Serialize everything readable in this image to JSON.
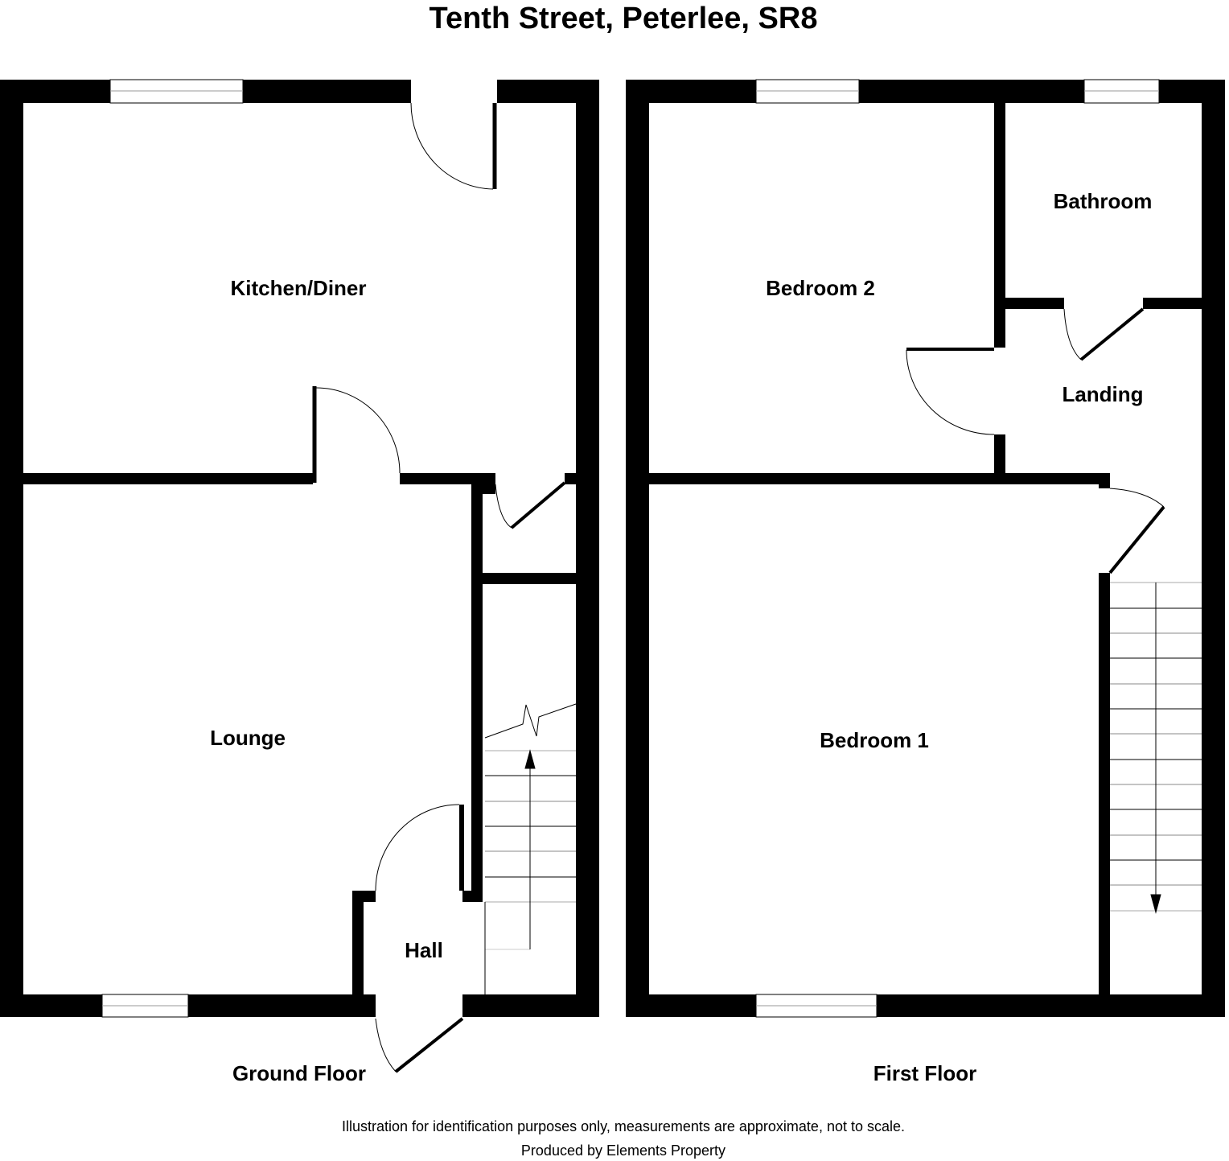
{
  "title": "Tenth Street, Peterlee, SR8",
  "ground_floor": {
    "label": "Ground Floor",
    "rooms": [
      "Kitchen/Diner",
      "Lounge",
      "Hall"
    ]
  },
  "first_floor": {
    "label": "First Floor",
    "rooms": [
      "Bedroom 2",
      "Bathroom",
      "Landing",
      "Bedroom 1"
    ]
  },
  "footer": {
    "disclaimer": "Illustration for identification purposes only, measurements are approximate, not to scale.",
    "credit": "Produced by Elements Property"
  }
}
